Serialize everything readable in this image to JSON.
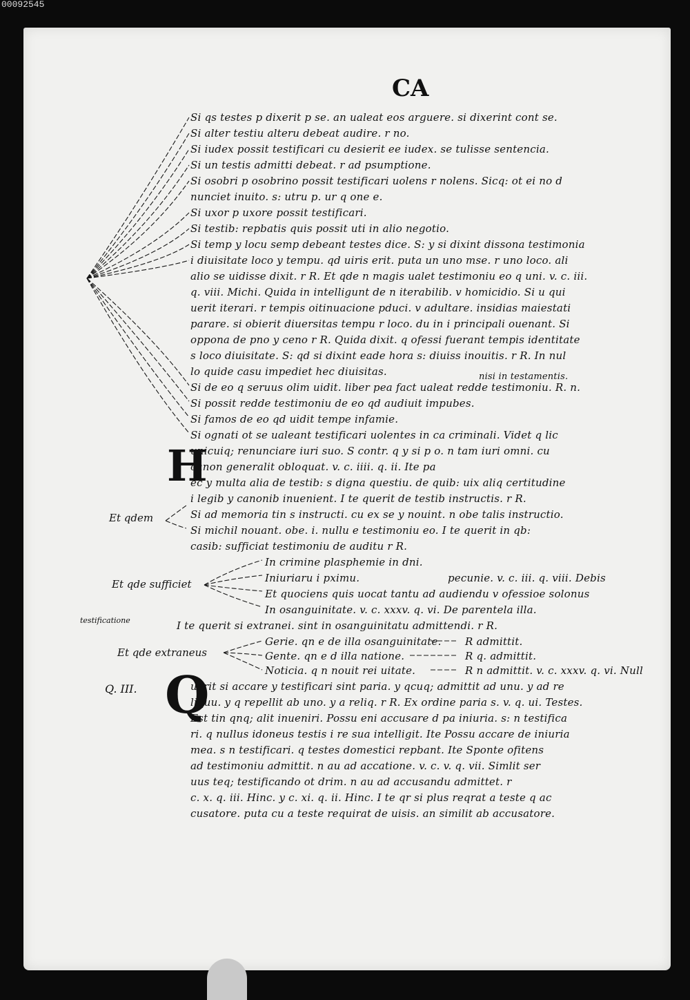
{
  "corner_label": "00092545",
  "heading": "CA",
  "lines": [
    "Si qs testes p dixerit p se. an ualeat eos arguere. si dixerint cont se.",
    "Si alter testiu alteru debeat audire. r no.",
    "Si iudex possit testificari cu desierit ee iudex. se tulisse sentencia.",
    "Si un testis admitti debeat. r ad psumptione.",
    "Si osobri p osobrino possit testificari uolens r nolens. Sicq: ot ei no d",
    "nunciet inuito. s: utru p. ur q one e.",
    "Si uxor p uxore possit testificari.",
    "Si testib: repbatis quis possit uti in alio negotio.",
    "Si temp y locu semp debeant testes dice. S: y si dixint dissona testimonia",
    "i diuisitate loco y tempu. qd uiris erit. puta un uno mse. r uno loco. ali",
    "alio se uidisse dixit. r R. Et qde n magis ualet testimoniu eo q uni. v. c. iii.",
    "q. viii. Michi. Quida in intelligunt de n iterabilib. v homicidio. Si u qui",
    "uerit iterari. r tempis oitinuacione pduci. v adultare. insidias maiestati",
    "parare. si obierit diuersitas tempu r loco. du in i principali ouenant. Si",
    "oppona de pno y ceno r R. Quida dixit. q ofessi fuerant tempis identitate",
    "s loco diuisitate. S: qd si dixint eade hora s: diuiss inouitis. r R. In nul",
    "lo quide casu impediet hec diuisitas.",
    "Si de eo q seruus olim uidit. liber pea fact ualeat redde testimoniu. R. n.",
    "Si possit redde testimoniu de eo qd audiuit impubes.",
    "Si famos de eo qd uidit tempe infamie.",
    "Si ognati ot se ualeant testificari uolentes in ca criminali. Videt q lic",
    "unicuiq; renunciare iuri suo. S contr. q y si p o. n tam iuri omni. cu",
    "canon generalit obloquat. v. c. iiii. q. ii. Ite pa",
    "ec y multa alia de testib: s digna questiu. de quib: uix aliq certitudine",
    "i legib y canonib inuenient. I te querit de testib instructis. r R.",
    "Si ad memoria tin s instructi. cu ex se y nouint. n obe talis instructio.",
    "Si michil nouant. obe. i. nullu e testimoniu eo. I te querit in qb:",
    "casib: sufficiat testimoniu de auditu r R.",
    "In crimine plasphemie in dni.",
    "Iniuriaru i pximu.",
    "Et quociens quis uocat tantu ad audiendu v ofessioe solonus",
    "In osanguinitate. v. c. xxxv. q. vi. De parentela illa.",
    "I te querit si extranei. sint in osanguinitatu admittendi. r R.",
    "Gerie. qn e de illa osanguinitate.",
    "Gente. qn e d illa natione.",
    "Noticia. q n nouit rei uitate.",
    "uerit si accare y testificari sint paria. y qcuq; admittit ad unu. y ad re",
    "liquu. y q repellit ab uno. y a reliq. r R. Ex ordine paria s. v. q. ui. Testes.",
    "Est tin qnq; alit inueniri. Possu eni accusare d pa iniuria. s: n testifica",
    "ri. q nullus idoneus testis i re sua intelligit. Ite Possu accare de iniuria",
    "mea. s n testificari. q testes domestici repbant. Ite Sponte ofitens",
    "ad testimoniu admittit. n au ad accatione. v. c. v. q. vii. Simlit ser",
    "uus teq; testificando ot drim. n au ad accusandu admittet. r",
    "c. x. q. iii. Hinc. y c. xi. q. ii. Hinc. I te qr si plus reqrat a teste q ac",
    "cusatore. puta cu a teste requirat de uisis. an similit ab accusatore."
  ],
  "line_segments": {
    "l21_extra": "nisi in testamentis.",
    "l29_extra": "pecunie. v. c. iii. q. viii. Debis",
    "l33_extra": "R admittit.",
    "l34_extra": "R q. admittit.",
    "l35_extra": "R n admittit. v. c. xxxv. q. vi. Null"
  },
  "glosses": {
    "et_quidem": "Et qdem",
    "et_qde_sufficiet": "Et qde sufficiet",
    "testificatione": "testificatione",
    "et_qde_extraneus": "Et qde extraneus",
    "q_iii": "Q. III."
  },
  "initials": {
    "h": "H",
    "q": "Q"
  }
}
